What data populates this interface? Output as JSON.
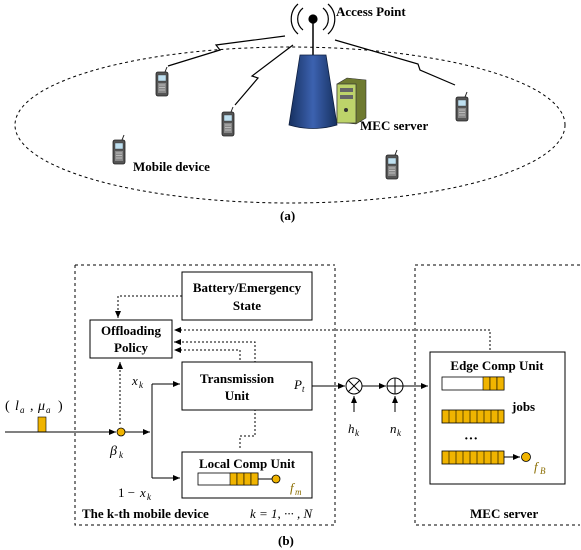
{
  "panel_a": {
    "access_point_label": "Access Point",
    "mec_server_label": "MEC server",
    "mobile_device_label": "Mobile device",
    "caption": "(a)"
  },
  "panel_b": {
    "battery_line1": "Battery/Emergency",
    "battery_line2": "State",
    "offload_line1": "Offloading",
    "offload_line2": "Policy",
    "arrival_open": "(",
    "arrival_l": "l",
    "arrival_l_sub": "a",
    "arrival_comma": ",",
    "arrival_mu": "μ",
    "arrival_mu_sub": "a",
    "arrival_close": ")",
    "beta": "β",
    "beta_sub": "k",
    "x_k": "x",
    "x_k_sub": "k",
    "one_minus": "1 −",
    "one_minus_x": "x",
    "one_minus_sub": "k",
    "tx_line1": "Transmission",
    "tx_line2": "Unit",
    "pt": "P",
    "pt_sub": "t",
    "h_k": "h",
    "h_k_sub": "k",
    "n_k": "n",
    "n_k_sub": "k",
    "local_unit": "Local Comp Unit",
    "f_m": "f",
    "f_m_sub": "m",
    "device_title": "The k-th mobile device",
    "k_range": "k = 1, ··· , N",
    "edge_unit": "Edge Comp Unit",
    "jobs": "jobs",
    "dots": "···",
    "f_b": "f",
    "f_b_sub": "B",
    "mec_label": "MEC server",
    "caption": "(b)"
  },
  "colors": {
    "queue_fill": "#f0b400",
    "tower_fill": "#2b4a8c",
    "line": "#000000"
  }
}
